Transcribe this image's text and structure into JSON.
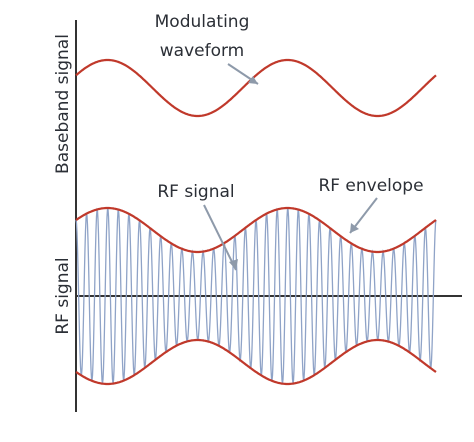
{
  "labels": {
    "baseband_axis": "Baseband signal",
    "rf_axis": "RF signal",
    "modulating_line1": "Modulating",
    "modulating_line2": "waveform",
    "rf_signal": "RF signal",
    "rf_envelope": "RF envelope"
  },
  "colors": {
    "envelope": "#c0392b",
    "carrier": "#8fa3c7",
    "axis": "#333333",
    "arrow": "#8e9aaa"
  }
}
